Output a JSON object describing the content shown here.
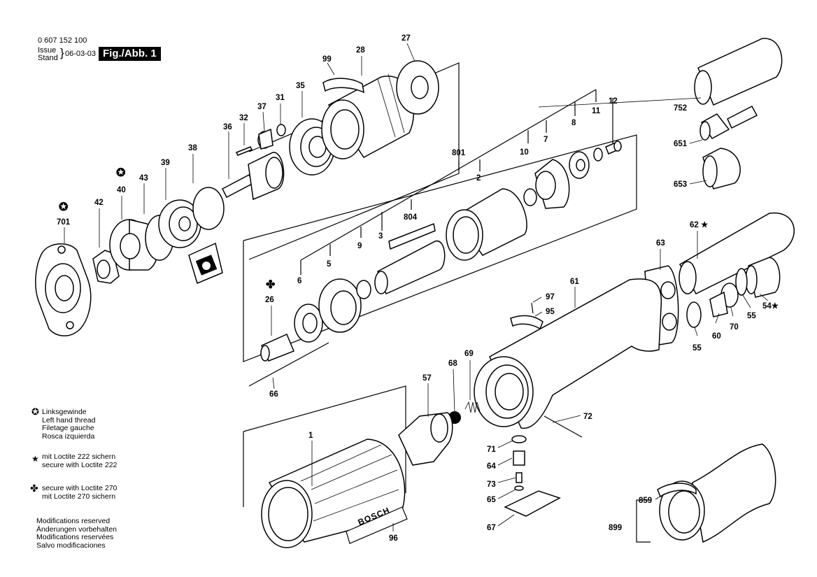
{
  "header": {
    "part_number": "0 607 152 100",
    "issue_label": "Issue",
    "stand_label": "Stand",
    "date": "06-03-03",
    "figure": "Fig./Abb. 1"
  },
  "callouts": {
    "p27": "27",
    "p28": "28",
    "p99": "99",
    "p35": "35",
    "p31": "31",
    "p37": "37",
    "p32": "32",
    "p36": "36",
    "p38": "38",
    "p39": "39",
    "p43": "43",
    "p40": "40",
    "p42": "42",
    "p701": "701",
    "p801": "801",
    "p12": "12",
    "p11": "11",
    "p8": "8",
    "p7": "7",
    "p10": "10",
    "p2": "2",
    "p804": "804",
    "p3": "3",
    "p9": "9",
    "p5": "5",
    "p6": "6",
    "p26": "26",
    "p66": "66",
    "p752": "752",
    "p651": "651",
    "p653": "653",
    "p62": "62",
    "p63": "63",
    "p61": "61",
    "p97": "97",
    "p95": "95",
    "p55a": "55",
    "p60": "60",
    "p70": "70",
    "p55b": "55",
    "p54": "54",
    "p69": "69",
    "p68": "68",
    "p57": "57",
    "p72": "72",
    "p71": "71",
    "p64": "64",
    "p73": "73",
    "p65": "65",
    "p67": "67",
    "p1": "1",
    "p96": "96",
    "p859": "859",
    "p899": "899"
  },
  "star_marker": "★",
  "brand_text": "BOSCH",
  "legend": {
    "left_hand": [
      "Linksgewinde",
      "Left hand thread",
      "Filetage gauche",
      "Rosca izquierda"
    ],
    "loctite222": [
      "mit Loctite 222 sichern",
      "secure with Loctite 222"
    ],
    "loctite270": [
      "secure with Loctite 270",
      "mit Loctite 270 sichern"
    ],
    "modifications": [
      "Modifications reserved",
      "Änderungen vorbehalten",
      "Modifications reservées",
      "Salvo modificaciones"
    ]
  },
  "icons": {
    "left_hand": "left-hand-thread-symbol",
    "loctite222": "star-symbol",
    "loctite270": "club-symbol"
  }
}
